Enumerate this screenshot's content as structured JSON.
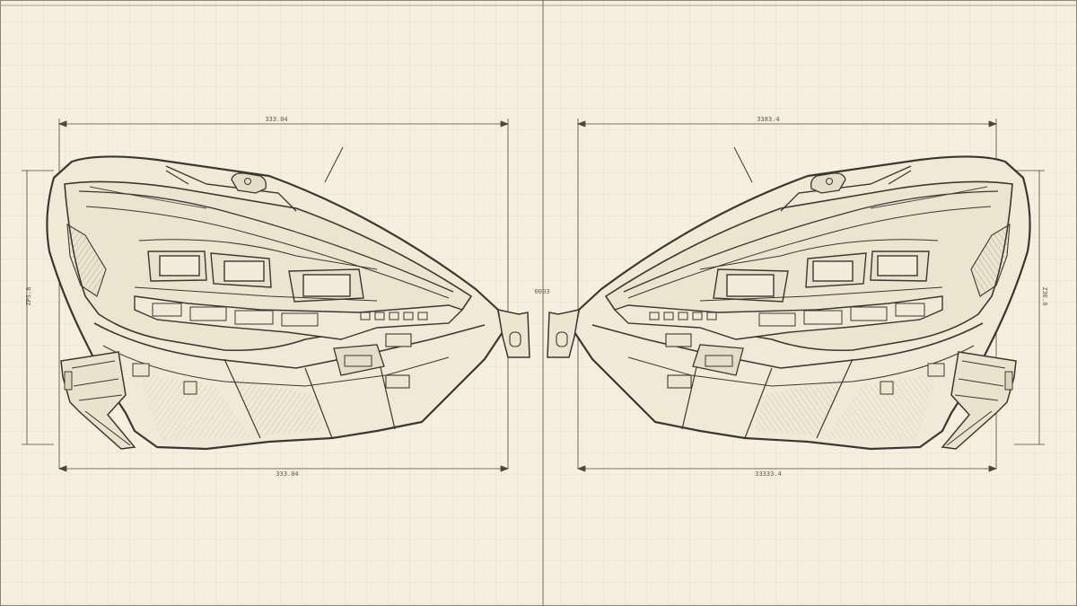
{
  "sheet": {
    "paper_color": "#f4efdf",
    "grid_color": "#dcd6c2",
    "line_color": "#3a3832",
    "center_label": "0003"
  },
  "left_view": {
    "top_dimension": "333.04",
    "bottom_dimension": "333.04",
    "side_dimension": "ZPS.8"
  },
  "right_view": {
    "top_dimension": "3383.4",
    "bottom_dimension": "33333.4",
    "side_dimension": "Z3E.8"
  }
}
